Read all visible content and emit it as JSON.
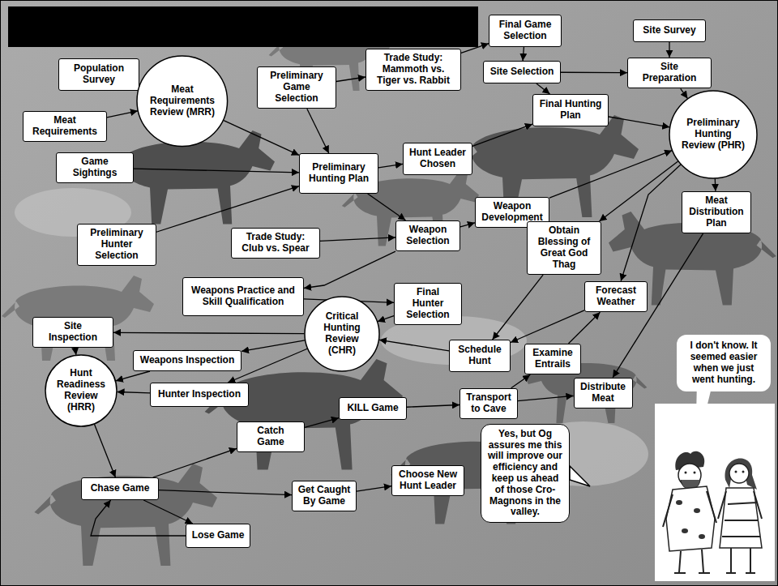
{
  "diagram": {
    "nodes": [
      {
        "text": [
          "Final Game Selection"
        ]
      },
      {
        "text": [
          "Site Survey"
        ]
      },
      {
        "text": [
          "Population Survey"
        ]
      },
      {
        "text": [
          "Trade Study: Mammoth vs. Tiger vs. Rabbit"
        ]
      },
      {
        "text": [
          "Site Selection"
        ]
      },
      {
        "text": [
          "Site Preparation"
        ]
      },
      {
        "text": [
          "Preliminary Game Selection"
        ]
      },
      {
        "text": [
          "Meat Requirements Review (MRR)"
        ]
      },
      {
        "text": [
          "Meat Requirements"
        ]
      },
      {
        "text": [
          "Final Hunting Plan"
        ]
      },
      {
        "text": [
          "Preliminary Hunting Review (PHR)"
        ]
      },
      {
        "text": [
          "Game Sightings"
        ]
      },
      {
        "text": [
          "Hunt Leader Chosen"
        ]
      },
      {
        "text": [
          "Preliminary Hunting Plan"
        ]
      },
      {
        "text": [
          "Weapon Development"
        ]
      },
      {
        "text": [
          "Meat Distribution Plan"
        ]
      },
      {
        "text": [
          "Weapon Selection"
        ]
      },
      {
        "text": [
          "Obtain Blessing of Great God Thag"
        ]
      },
      {
        "text": [
          "Preliminary Hunter Selection"
        ]
      },
      {
        "text": [
          "Trade Study: Club vs. Spear"
        ]
      },
      {
        "text": [
          "Weapons Practice and Skill Qualification"
        ]
      },
      {
        "text": [
          "Final Hunter Selection"
        ]
      },
      {
        "text": [
          "Forecast Weather"
        ]
      },
      {
        "text": [
          "Site Inspection"
        ]
      },
      {
        "text": [
          "Critical Hunting Review (CHR)"
        ]
      },
      {
        "text": [
          "Weapons Inspection"
        ]
      },
      {
        "text": [
          "Schedule Hunt"
        ]
      },
      {
        "text": [
          "Examine Entrails"
        ]
      },
      {
        "text": [
          "Hunt Readiness Review (HRR)"
        ]
      },
      {
        "text": [
          "Hunter Inspection"
        ]
      },
      {
        "text": [
          "Distribute Meat"
        ]
      },
      {
        "text": [
          "Transport to Cave"
        ]
      },
      {
        "text": [
          "KILL Game"
        ]
      },
      {
        "text": [
          "Catch Game"
        ]
      },
      {
        "text": [
          "Chase Game"
        ]
      },
      {
        "text": [
          "Choose New Hunt Leader"
        ]
      },
      {
        "text": [
          "Get Caught By Game"
        ]
      },
      {
        "text": [
          "Lose Game"
        ]
      },
      {
        "text": [
          "I don't know. It seemed easier when we just went hunting."
        ]
      },
      {
        "text": [
          "Yes, but Og assures me this will improve our efficiency and keep us ahead of those Cro-Magnons in the valley."
        ]
      }
    ],
    "edges": [
      {
        "from": 2,
        "to": 7,
        "arrow": "to"
      },
      {
        "from": 8,
        "to": 7,
        "arrow": "to"
      },
      {
        "from": 7,
        "to": 13,
        "arrow": "to"
      },
      {
        "from": 11,
        "to": 13,
        "arrow": "to"
      },
      {
        "from": 18,
        "to": 13,
        "arrow": "to"
      },
      {
        "from": 6,
        "to": 13,
        "arrow": "to"
      },
      {
        "from": 6,
        "to": 3,
        "arrow": "to"
      },
      {
        "from": 3,
        "to": 0,
        "arrow": "to"
      },
      {
        "from": 0,
        "to": 4,
        "arrow": "to"
      },
      {
        "from": 1,
        "to": 5,
        "arrow": "to"
      },
      {
        "from": 4,
        "to": 5,
        "arrow": "to"
      },
      {
        "from": 4,
        "to": 9,
        "arrow": "to"
      },
      {
        "from": 13,
        "to": 12,
        "arrow": "to"
      },
      {
        "from": 12,
        "to": 9,
        "arrow": "to"
      },
      {
        "from": 9,
        "to": 10,
        "arrow": "to"
      },
      {
        "from": 5,
        "to": 10,
        "arrow": "to"
      },
      {
        "from": 13,
        "to": 16,
        "arrow": "to"
      },
      {
        "from": 19,
        "to": 16,
        "arrow": "to"
      },
      {
        "from": 16,
        "to": 14,
        "arrow": "to"
      },
      {
        "from": 14,
        "to": 10,
        "arrow": "to"
      },
      {
        "from": 16,
        "to": 20,
        "arrow": "to"
      },
      {
        "from": 20,
        "to": 21,
        "arrow": "to"
      },
      {
        "from": 10,
        "to": 17,
        "arrow": "to"
      },
      {
        "from": 10,
        "to": 15,
        "arrow": "to"
      },
      {
        "from": 10,
        "to": 22,
        "arrow": "to"
      },
      {
        "from": 17,
        "to": 26,
        "arrow": "to"
      },
      {
        "from": 22,
        "to": 26,
        "arrow": "to"
      },
      {
        "from": 27,
        "to": 22,
        "arrow": "to"
      },
      {
        "from": 31,
        "to": 27,
        "arrow": "to"
      },
      {
        "from": 31,
        "to": 30,
        "arrow": "to"
      },
      {
        "from": 15,
        "to": 30,
        "arrow": "to"
      },
      {
        "from": 21,
        "to": 24,
        "arrow": "to"
      },
      {
        "from": 26,
        "to": 24,
        "arrow": "to"
      },
      {
        "from": 24,
        "to": 23,
        "arrow": "to"
      },
      {
        "from": 24,
        "to": 25,
        "arrow": "to"
      },
      {
        "from": 24,
        "to": 29,
        "arrow": "to"
      },
      {
        "from": 23,
        "to": 28,
        "arrow": "to"
      },
      {
        "from": 25,
        "to": 28,
        "arrow": "to"
      },
      {
        "from": 29,
        "to": 28,
        "arrow": "to"
      },
      {
        "from": 28,
        "to": 34,
        "arrow": "to"
      },
      {
        "from": 34,
        "to": 33,
        "arrow": "to"
      },
      {
        "from": 34,
        "to": 36,
        "arrow": "to"
      },
      {
        "from": 34,
        "to": 37,
        "arrow": "to"
      },
      {
        "from": 37,
        "to": 34,
        "arrow": "to"
      },
      {
        "from": 33,
        "to": 32,
        "arrow": "to"
      },
      {
        "from": 32,
        "to": 31,
        "arrow": "to"
      },
      {
        "from": 36,
        "to": 35,
        "arrow": "to"
      }
    ]
  }
}
